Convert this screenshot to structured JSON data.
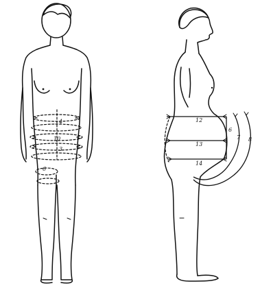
{
  "figure": {
    "front_view": {
      "labels": [
        "4",
        "10",
        "3",
        "6"
      ]
    },
    "side_view": {
      "labels": [
        "12",
        "6",
        "7",
        "8",
        "13",
        "14"
      ]
    },
    "colors": {
      "ink": "#111111",
      "background": "#ffffff"
    }
  }
}
